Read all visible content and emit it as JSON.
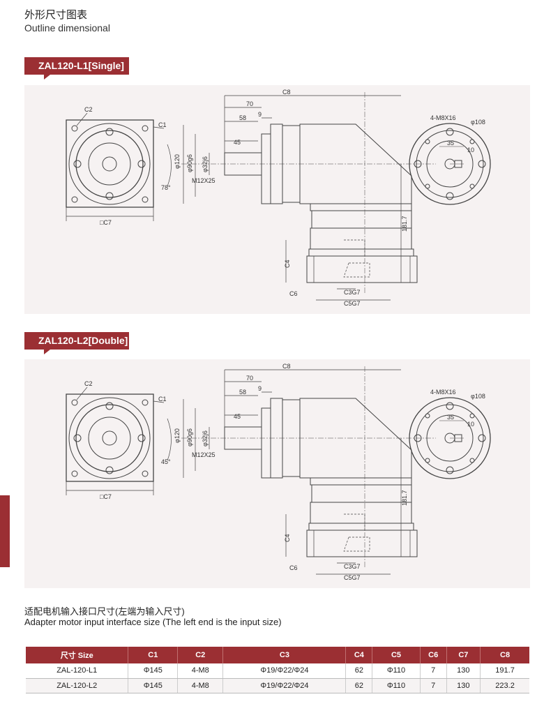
{
  "title_cn": "外形尺寸图表",
  "title_en": "Outline dimensional",
  "sections": [
    {
      "tag": "ZAL120-L1[Single]",
      "labels": {
        "c2": "C2",
        "c1": "C1",
        "angle": "78°",
        "c7": "□C7",
        "c8": "C8",
        "d70": "70",
        "d9": "9",
        "d58": "58",
        "d45": "45",
        "phi120": "φ120",
        "phi90": "φ90g6",
        "phi32": "φ32j6",
        "m12": "M12X25",
        "h181": "181.7",
        "c4": "C4",
        "c6": "C6",
        "c3": "C3G7",
        "c5": "C5G7",
        "m8": "4-M8X16",
        "phi108": "φ108",
        "d35": "35",
        "d10": "10"
      }
    },
    {
      "tag": "ZAL120-L2[Double]",
      "labels": {
        "c2": "C2",
        "c1": "C1",
        "angle": "45°",
        "c7": "□C7",
        "c8": "C8",
        "d70": "70",
        "d9": "9",
        "d58": "58",
        "d45": "45",
        "phi120": "φ120",
        "phi90": "φ90g6",
        "phi32": "φ32j6",
        "m12": "M12X25",
        "h181": "181.7",
        "c4": "C4",
        "c6": "C6",
        "c3": "C3G7",
        "c5": "C5G7",
        "m8": "4-M8X16",
        "phi108": "φ108",
        "d35": "35",
        "d10": "10"
      }
    }
  ],
  "subtitle_cn": "适配电机输入接口尺寸(左端为输入尺寸)",
  "subtitle_en": "Adapter motor input interface size (The left end is the input size)",
  "table": {
    "headers": [
      "尺寸 Size",
      "C1",
      "C2",
      "C3",
      "C4",
      "C5",
      "C6",
      "C7",
      "C8"
    ],
    "rows": [
      [
        "ZAL-120-L1",
        "Φ145",
        "4-M8",
        "Φ19/Φ22/Φ24",
        "62",
        "Φ110",
        "7",
        "130",
        "191.7"
      ],
      [
        "ZAL-120-L2",
        "Φ145",
        "4-M8",
        "Φ19/Φ22/Φ24",
        "62",
        "Φ110",
        "7",
        "130",
        "223.2"
      ]
    ]
  }
}
